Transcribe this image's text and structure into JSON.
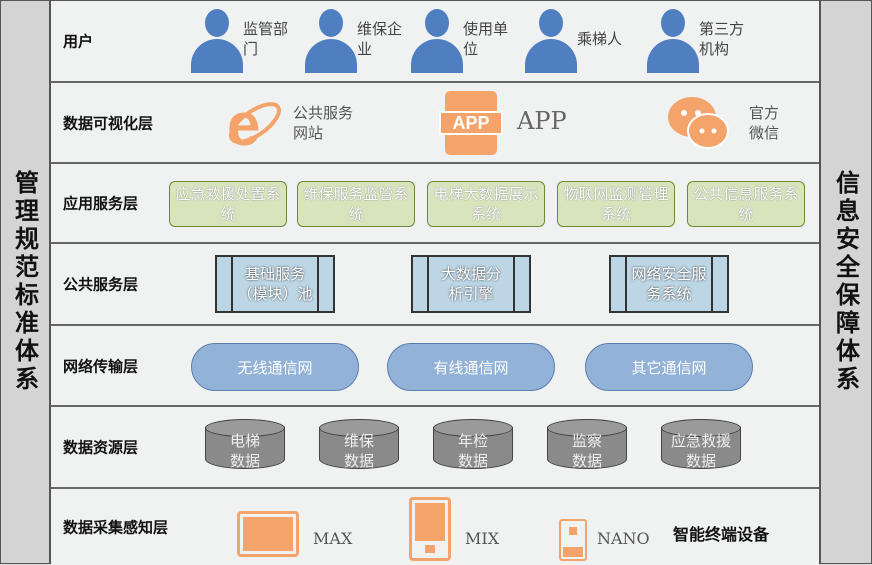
{
  "left_label": "管理规范标准体系",
  "right_label": "信息安全保障体系",
  "layers": {
    "users": {
      "label": "用户",
      "items": [
        "监管部门",
        "维保企业",
        "使用单位",
        "乘梯人",
        "第三方机构"
      ]
    },
    "visual": {
      "label": "数据可视化层",
      "items": [
        "公共服务网站",
        "APP",
        "官方微信"
      ],
      "app_icon_text": "APP"
    },
    "app": {
      "label": "应用服务层",
      "items": [
        "应急救援处置系统",
        "维保服务监管系统",
        "电梯大数据展示系统",
        "物联网监测管理系统",
        "公共信息服务系统"
      ]
    },
    "public": {
      "label": "公共服务层",
      "items": [
        "基础服务（模块）池",
        "大数据分析引擎",
        "网络安全服务系统"
      ]
    },
    "network": {
      "label": "网络传输层",
      "items": [
        "无线通信网",
        "有线通信网",
        "其它通信网"
      ]
    },
    "data": {
      "label": "数据资源层",
      "items": [
        "电梯数据",
        "维保数据",
        "年检数据",
        "监察数据",
        "应急救援数据"
      ]
    },
    "sense": {
      "label": "数据采集感知层",
      "items": [
        "MAX",
        "MIX",
        "NANO"
      ],
      "device_label": "智能终端设备"
    }
  },
  "colors": {
    "user": "#4f7fc0",
    "orange": "#f4a46a",
    "green": "#d8e4bc",
    "blue": "#bcd6e6",
    "pill": "#92b2d8",
    "cylinder": "#8a8a8a"
  }
}
